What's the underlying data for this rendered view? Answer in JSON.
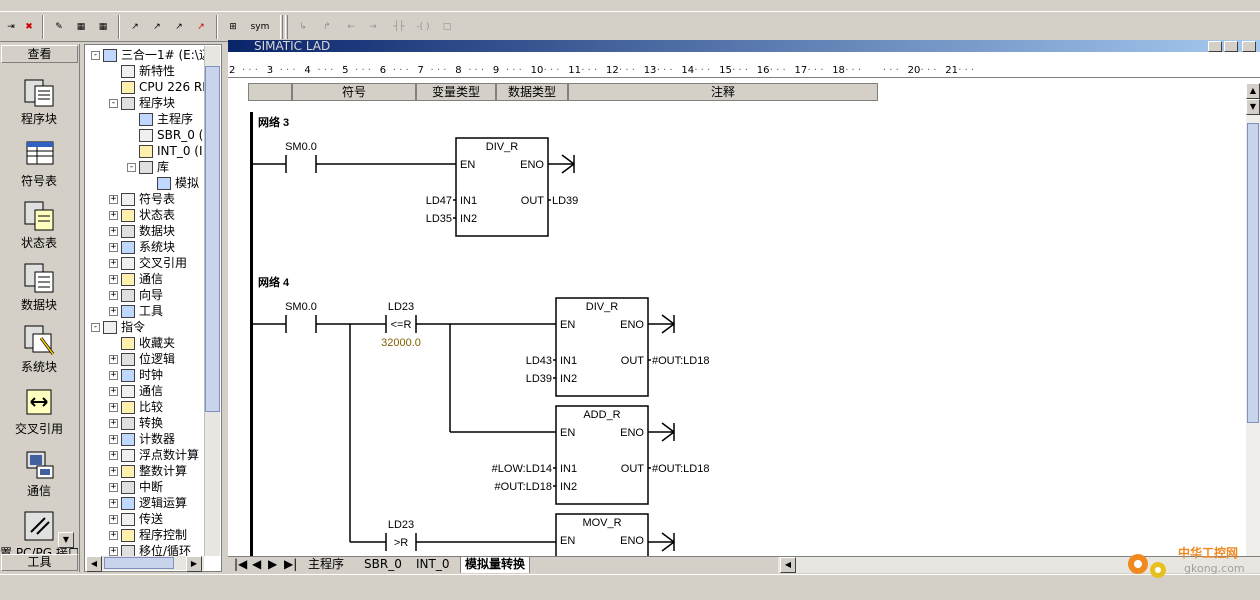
{
  "nav": {
    "header": "查看",
    "footer": "工具",
    "items": [
      {
        "label": "程序块",
        "icon": "program-block-icon"
      },
      {
        "label": "符号表",
        "icon": "symbol-table-icon"
      },
      {
        "label": "状态表",
        "icon": "status-table-icon"
      },
      {
        "label": "数据块",
        "icon": "data-block-icon"
      },
      {
        "label": "系统块",
        "icon": "system-block-icon"
      },
      {
        "label": "交叉引用",
        "icon": "cross-reference-icon"
      },
      {
        "label": "通信",
        "icon": "communication-icon"
      },
      {
        "label": "置 PC/PG 接口",
        "icon": "pg-pc-interface-icon"
      }
    ]
  },
  "tree": {
    "nodes": [
      {
        "label": "三合一1# (E:\\迈",
        "level": 0,
        "toggle": "-"
      },
      {
        "label": "新特性",
        "level": 1,
        "toggle": ""
      },
      {
        "label": "CPU 226 RE",
        "level": 1,
        "toggle": ""
      },
      {
        "label": "程序块",
        "level": 1,
        "toggle": "-"
      },
      {
        "label": "主程序",
        "level": 2,
        "toggle": ""
      },
      {
        "label": "SBR_0 (",
        "level": 2,
        "toggle": ""
      },
      {
        "label": "INT_0 (I",
        "level": 2,
        "toggle": ""
      },
      {
        "label": "库",
        "level": 2,
        "toggle": "-"
      },
      {
        "label": "模拟",
        "level": 3,
        "toggle": ""
      },
      {
        "label": "符号表",
        "level": 1,
        "toggle": "+"
      },
      {
        "label": "状态表",
        "level": 1,
        "toggle": "+"
      },
      {
        "label": "数据块",
        "level": 1,
        "toggle": "+"
      },
      {
        "label": "系统块",
        "level": 1,
        "toggle": "+"
      },
      {
        "label": "交叉引用",
        "level": 1,
        "toggle": "+"
      },
      {
        "label": "通信",
        "level": 1,
        "toggle": "+"
      },
      {
        "label": "向导",
        "level": 1,
        "toggle": "+"
      },
      {
        "label": "工具",
        "level": 1,
        "toggle": "+"
      },
      {
        "label": "指令",
        "level": 0,
        "toggle": "-"
      },
      {
        "label": "收藏夹",
        "level": 1,
        "toggle": ""
      },
      {
        "label": "位逻辑",
        "level": 1,
        "toggle": "+"
      },
      {
        "label": "时钟",
        "level": 1,
        "toggle": "+"
      },
      {
        "label": "通信",
        "level": 1,
        "toggle": "+"
      },
      {
        "label": "比较",
        "level": 1,
        "toggle": "+"
      },
      {
        "label": "转换",
        "level": 1,
        "toggle": "+"
      },
      {
        "label": "计数器",
        "level": 1,
        "toggle": "+"
      },
      {
        "label": "浮点数计算",
        "level": 1,
        "toggle": "+"
      },
      {
        "label": "整数计算",
        "level": 1,
        "toggle": "+"
      },
      {
        "label": "中断",
        "level": 1,
        "toggle": "+"
      },
      {
        "label": "逻辑运算",
        "level": 1,
        "toggle": "+"
      },
      {
        "label": "传送",
        "level": 1,
        "toggle": "+"
      },
      {
        "label": "程序控制",
        "level": 1,
        "toggle": "+"
      },
      {
        "label": "移位/循环",
        "level": 1,
        "toggle": "+"
      }
    ]
  },
  "window": {
    "title": "SIMATIC LAD"
  },
  "ruler": {
    "marks": [
      "2",
      "3",
      "4",
      "5",
      "6",
      "7",
      "8",
      "9",
      "10",
      "11",
      "12",
      "13",
      "14",
      "15",
      "16",
      "17",
      "18",
      "",
      "20",
      "21"
    ]
  },
  "symtable": {
    "headers": [
      "符号",
      "变量类型",
      "数据类型",
      "注释"
    ]
  },
  "ladder": {
    "networks": [
      {
        "title": "网络 3",
        "contact": "SM0.0",
        "boxes": [
          {
            "name": "DIV_R",
            "en": "EN",
            "eno": "ENO",
            "in1": "IN1",
            "in2": "IN2",
            "out": "OUT",
            "in1_val": "LD47",
            "in2_val": "LD35",
            "out_val": "LD39"
          }
        ]
      },
      {
        "title": "网络 4",
        "contact": "SM0.0",
        "compare1": {
          "addr": "LD23",
          "op": "<=R",
          "value": "32000.0"
        },
        "compare2": {
          "addr": "LD23",
          "op": ">R"
        },
        "boxes": [
          {
            "name": "DIV_R",
            "en": "EN",
            "eno": "ENO",
            "in1": "IN1",
            "in2": "IN2",
            "out": "OUT",
            "in1_val": "LD43",
            "in2_val": "LD39",
            "out_val": "#OUT:LD18"
          },
          {
            "name": "ADD_R",
            "en": "EN",
            "eno": "ENO",
            "in1": "IN1",
            "in2": "IN2",
            "out": "OUT",
            "in1_val": "#LOW:LD14",
            "in2_val": "#OUT:LD18",
            "out_val": "#OUT:LD18"
          },
          {
            "name": "MOV_R",
            "en": "EN",
            "eno": "ENO"
          }
        ]
      }
    ]
  },
  "tabs": [
    "主程序",
    "SBR_0",
    "INT_0",
    "模拟量转换"
  ],
  "watermark": {
    "brand": "中华工控网",
    "url": "gkong.com"
  },
  "colors": {
    "title_start": "#0a246a",
    "title_end": "#a6caf0",
    "compare_value": "#806000"
  }
}
